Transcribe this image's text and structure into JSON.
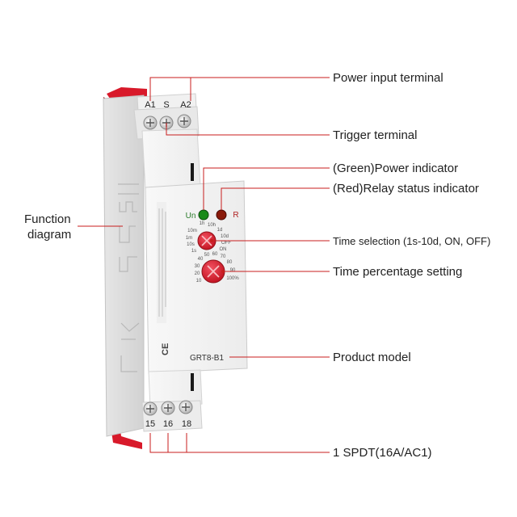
{
  "device": {
    "model": "GRT8-B1",
    "top_terminals": [
      "A1",
      "S",
      "A2"
    ],
    "bottom_terminals": [
      "15",
      "16",
      "18"
    ],
    "indicator_power_label": "Un",
    "indicator_relay_label": "R",
    "range_dial_marks": [
      "1h",
      "10h",
      "1d",
      "10d",
      "OFF",
      "ON",
      "1s",
      "10s",
      "1m",
      "10m"
    ],
    "percent_dial_marks": [
      "10",
      "20",
      "30",
      "40",
      "50",
      "60",
      "70",
      "80",
      "90",
      "100%"
    ],
    "ce_mark": "CE",
    "colors": {
      "body": "#f4f4f4",
      "accent_red": "#d8192a",
      "power_led": "#1a8a1a",
      "relay_led": "#8a1a0a",
      "callout_line": "#c81e1e"
    }
  },
  "callouts": {
    "power_input": "Power input terminal",
    "trigger": "Trigger terminal",
    "power_indicator": "(Green)Power indicator",
    "relay_indicator": "(Red)Relay status indicator",
    "time_selection": "Time selection (1s-10d, ON, OFF)",
    "time_percentage": "Time percentage setting",
    "product_model": "Product model",
    "spdt": "1 SPDT(16A/AC1)",
    "function_diagram_line1": "Function",
    "function_diagram_line2": "diagram"
  }
}
